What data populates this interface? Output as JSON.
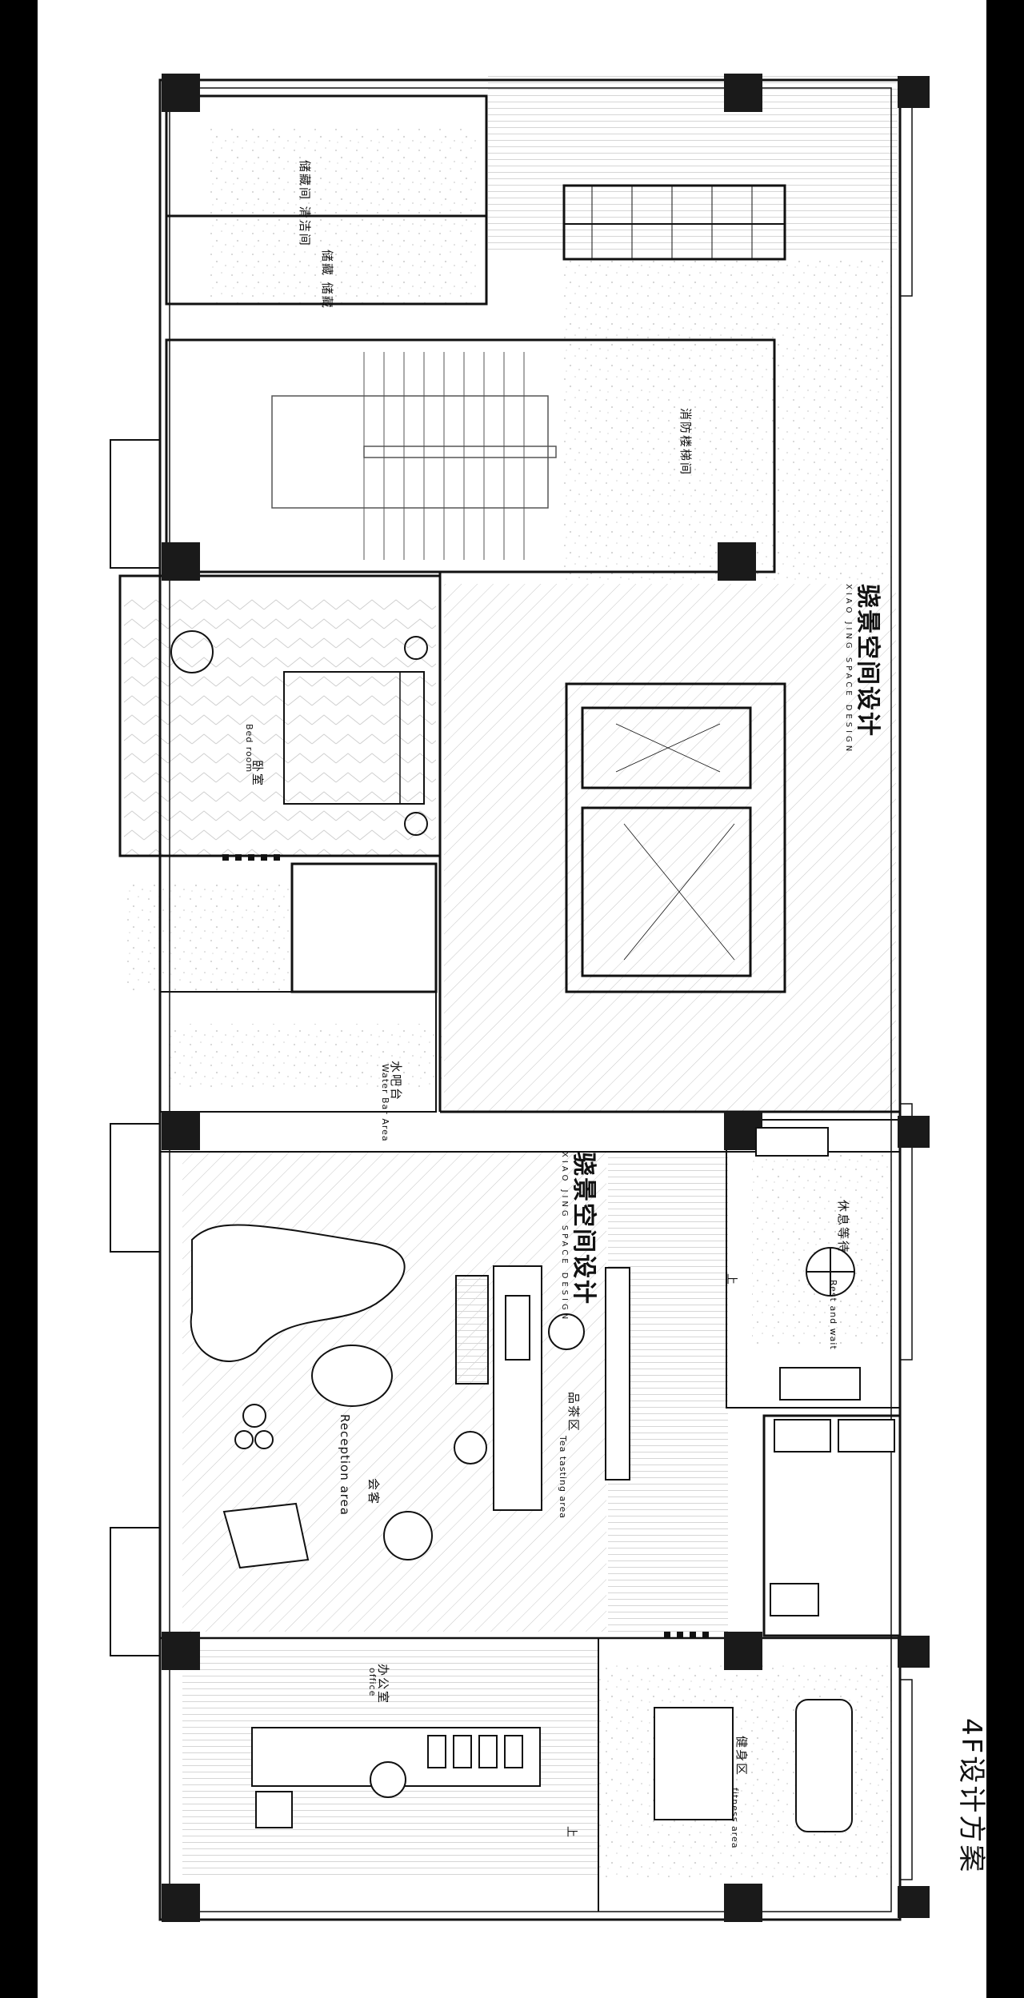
{
  "plan": {
    "title": "4F设计方案",
    "brand": {
      "name_cn": "骁景空间设计",
      "name_en": "XIAO JING SPACE DESIGN"
    },
    "rooms": {
      "storage_laundry": "储藏间 清洁间",
      "storage_room": "储藏 储藏",
      "fire_stair": "消防楼梯间",
      "bedroom_cn": "卧室",
      "bedroom_en": "Bed room",
      "water_bar_cn": "水吧台",
      "water_bar_en": "Water Bar Area",
      "rest_wait_cn": "休息等待",
      "rest_wait_en": "Rest and wait",
      "tea_cn": "品茶区",
      "tea_en": "Tea tasting area",
      "reception_cn": "会客",
      "reception_en": "Reception area",
      "office_cn": "办公室",
      "office_en": "office",
      "fitness_cn": "健身区",
      "fitness_en": "fitness area"
    },
    "up_label": "上"
  }
}
